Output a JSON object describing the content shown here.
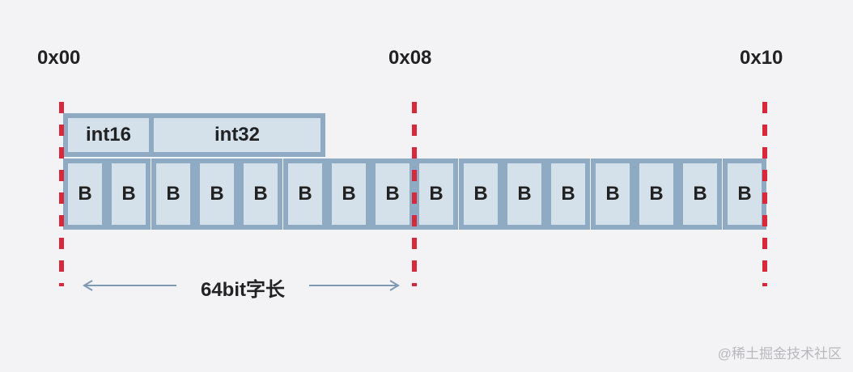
{
  "addresses": [
    "0x00",
    "0x08",
    "0x10"
  ],
  "fields": [
    "int16",
    "int32"
  ],
  "byte_label": "B",
  "byte_count": 16,
  "word_label": "64bit字长",
  "watermark": "@稀土掘金技术社区",
  "colors": {
    "background": "#f3f2f5",
    "cell_fill": "#d4e1eb",
    "cell_border": "#8fabc4",
    "boundary": "#d8283c",
    "arrow": "#7f9ab4"
  }
}
